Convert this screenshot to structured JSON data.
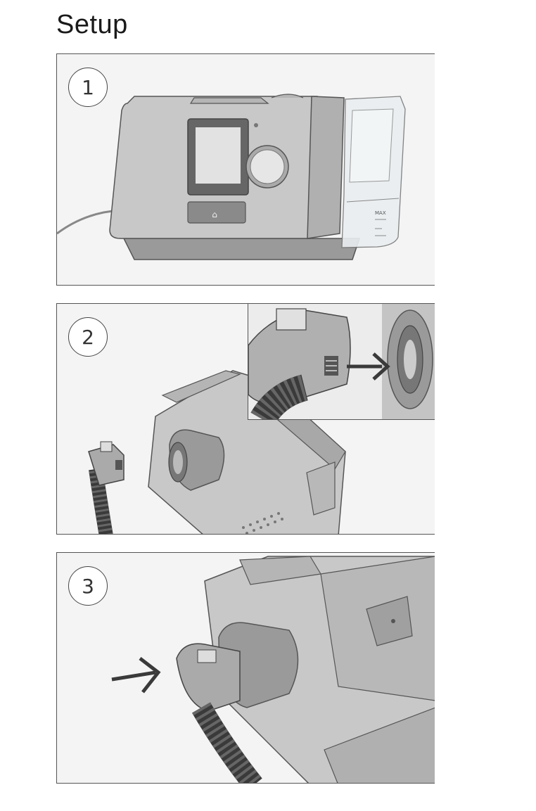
{
  "document": {
    "title": "Setup"
  },
  "steps": [
    {
      "number": "1",
      "image_subject": "device-front-with-water-tub"
    },
    {
      "number": "2",
      "image_subject": "air-tubing-to-air-outlet-with-detail-inset"
    },
    {
      "number": "3",
      "image_subject": "tubing-connected-to-outlet"
    }
  ],
  "device_labels": {
    "tub_max_mark": "MAX"
  },
  "colors": {
    "device_body": "#c8c8c8",
    "device_shadow": "#9a9a9a",
    "outline": "#555555",
    "arrow": "#3a3a3a"
  }
}
